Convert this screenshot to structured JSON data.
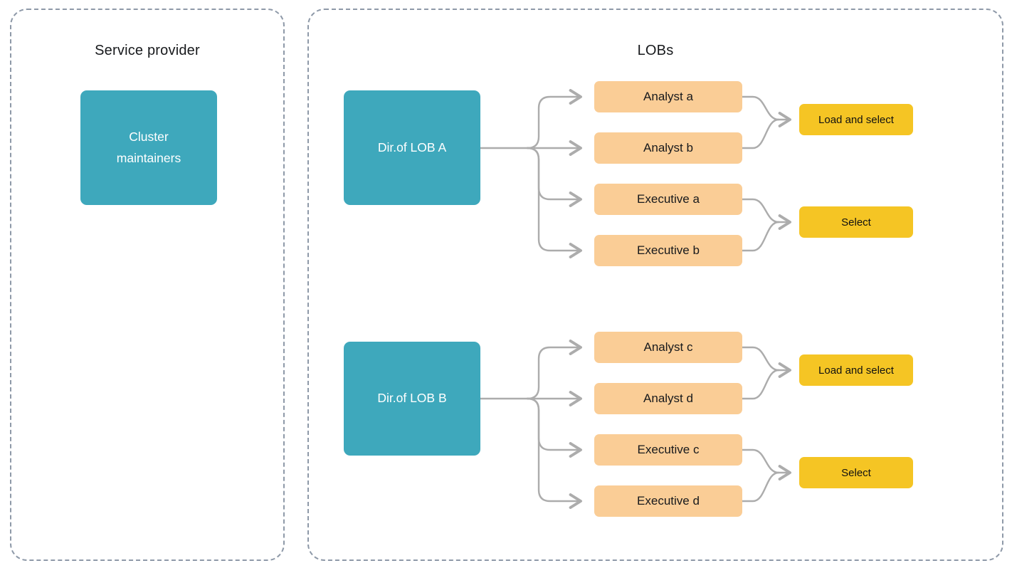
{
  "colors": {
    "teal": "#3EA8BC",
    "orange": "#FACD96",
    "yellow": "#F5C524",
    "connector": "#ACACAC",
    "panel_border": "#8E99A8",
    "text_dark": "#17191C",
    "text_light": "#FFFFFF"
  },
  "left_panel": {
    "title": "Service provider",
    "node": {
      "label": "Cluster maintainers"
    }
  },
  "right_panel": {
    "title": "LOBs",
    "group_a": {
      "director": "Dir.of LOB A",
      "members": [
        "Analyst a",
        "Analyst b",
        "Executive a",
        "Executive b"
      ],
      "outcomes": [
        "Load and select",
        "Select"
      ]
    },
    "group_b": {
      "director": "Dir.of LOB B",
      "members": [
        "Analyst c",
        "Analyst d",
        "Executive c",
        "Executive d"
      ],
      "outcomes": [
        "Load and select",
        "Select"
      ]
    }
  },
  "edges": [
    {
      "from": "Dir.of LOB A",
      "to": "Analyst a"
    },
    {
      "from": "Dir.of LOB A",
      "to": "Analyst b"
    },
    {
      "from": "Dir.of LOB A",
      "to": "Executive a"
    },
    {
      "from": "Dir.of LOB A",
      "to": "Executive b"
    },
    {
      "from": "Analyst a",
      "to": "Load and select"
    },
    {
      "from": "Analyst b",
      "to": "Load and select"
    },
    {
      "from": "Executive a",
      "to": "Select"
    },
    {
      "from": "Executive b",
      "to": "Select"
    },
    {
      "from": "Dir.of LOB B",
      "to": "Analyst c"
    },
    {
      "from": "Dir.of LOB B",
      "to": "Analyst d"
    },
    {
      "from": "Dir.of LOB B",
      "to": "Executive c"
    },
    {
      "from": "Dir.of LOB B",
      "to": "Executive d"
    },
    {
      "from": "Analyst c",
      "to": "Load and select"
    },
    {
      "from": "Analyst d",
      "to": "Load and select"
    },
    {
      "from": "Executive c",
      "to": "Select"
    },
    {
      "from": "Executive d",
      "to": "Select"
    }
  ]
}
